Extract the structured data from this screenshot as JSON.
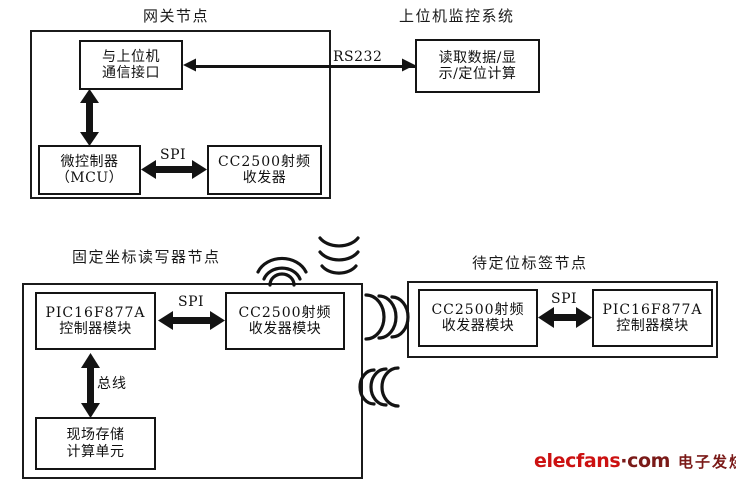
{
  "diagram": {
    "titles": {
      "gateway_node": "网关节点",
      "host_monitor_system": "上位机监控系统",
      "fixed_reader_node": "固定坐标读写器节点",
      "tag_node": "待定位标签节点"
    },
    "gateway": {
      "host_comm_interface": {
        "line1": "与上位机",
        "line2": "通信接口"
      },
      "mcu": {
        "line1": "微控制器",
        "line2": "（MCU）"
      },
      "rf_transceiver": {
        "line1": "CC2500射频",
        "line2": "收发器"
      },
      "spi_label": "SPI"
    },
    "host_system": {
      "box": {
        "line1": "读取数据/显",
        "line2": "示/定位计算"
      },
      "link_label": "RS232"
    },
    "reader_node": {
      "controller": {
        "line1": "PIC16F877A",
        "line2": "控制器模块"
      },
      "rf_module": {
        "line1": "CC2500射频",
        "line2": "收发器模块"
      },
      "storage_unit": {
        "line1": "现场存储",
        "line2": "计算单元"
      },
      "spi_label": "SPI",
      "bus_label": "总线"
    },
    "tag_node": {
      "rf_module": {
        "line1": "CC2500射频",
        "line2": "收发器模块"
      },
      "controller": {
        "line1": "PIC16F877A",
        "line2": "控制器模块"
      },
      "spi_label": "SPI"
    },
    "wireless": {
      "up_left_waves": "radio-waves-icon",
      "down_waves": "radio-waves-icon",
      "right_waves": "radio-waves-icon",
      "left_waves": "radio-waves-icon"
    },
    "watermark": {
      "brand_primary": "elecfans",
      "brand_secondary": "·com",
      "brand_cjk": "电子发烧友",
      "color_primary": "#cc1111",
      "color_secondary": "#7a1a18"
    },
    "colors": {
      "stroke": "#131313",
      "background": "#ffffff"
    }
  }
}
